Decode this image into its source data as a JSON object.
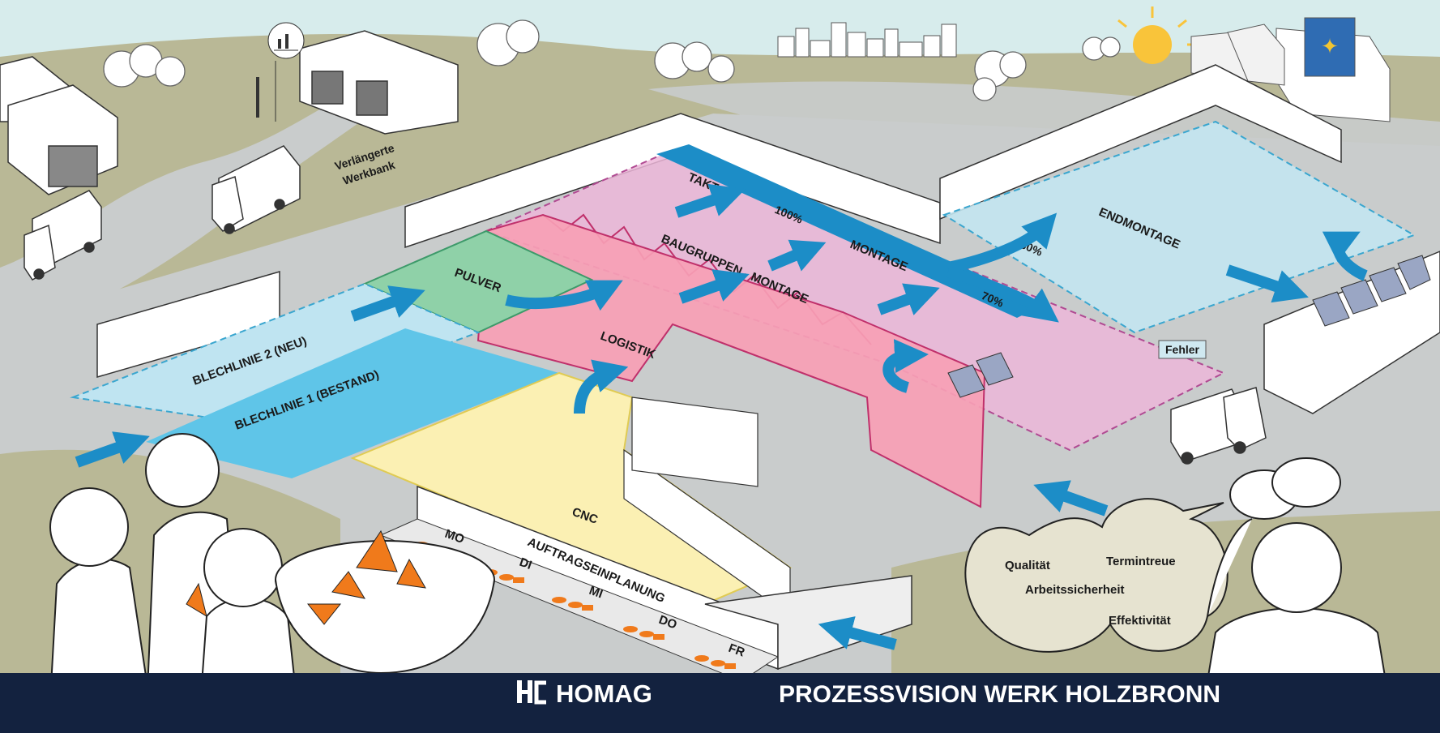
{
  "zones": {
    "pulver": "PULVER",
    "logistik": "LOGISTIK",
    "blechlinie2": "BLECHLINIE 2 (NEU)",
    "blechlinie1": "BLECHLINIE 1 (BESTAND)",
    "cnc": "CNC",
    "baugruppen": "BAUGRUPPEN - MONTAGE",
    "takt": "TAKT",
    "montage": "MONTAGE",
    "endmontage": "ENDMONTAGE",
    "auftrag": "AUFTRAGSEINPLANUNG"
  },
  "percentages": {
    "p100": "100%",
    "p30": "30%",
    "p70": "70%"
  },
  "days": [
    "MO",
    "DI",
    "MI",
    "DO",
    "FR"
  ],
  "workbench": {
    "line1": "Verlängerte",
    "line2": "Werkbank"
  },
  "sign": "Fehler",
  "goals": {
    "qualitaet": "Qualität",
    "termintreue": "Termintreue",
    "sicherheit": "Arbeitssicherheit",
    "effektivitaet": "Effektivität"
  },
  "footer": {
    "brand": "HOMAG",
    "title": "PROZESSVISION WERK HOLZBRONN"
  },
  "colors": {
    "sky": "#d7ecec",
    "field": "#b9b896",
    "ground": "#c9cccc",
    "blech": "#5fc5e8",
    "blech_light": "#bfe4f1",
    "pulver": "#8fd1a8",
    "logistik": "#f7a0b5",
    "montage": "#ecb6d8",
    "cnc": "#fbf0b3",
    "endmontage": "#c3e5f1",
    "arrow": "#1c8dc7",
    "footer": "#13223f"
  }
}
